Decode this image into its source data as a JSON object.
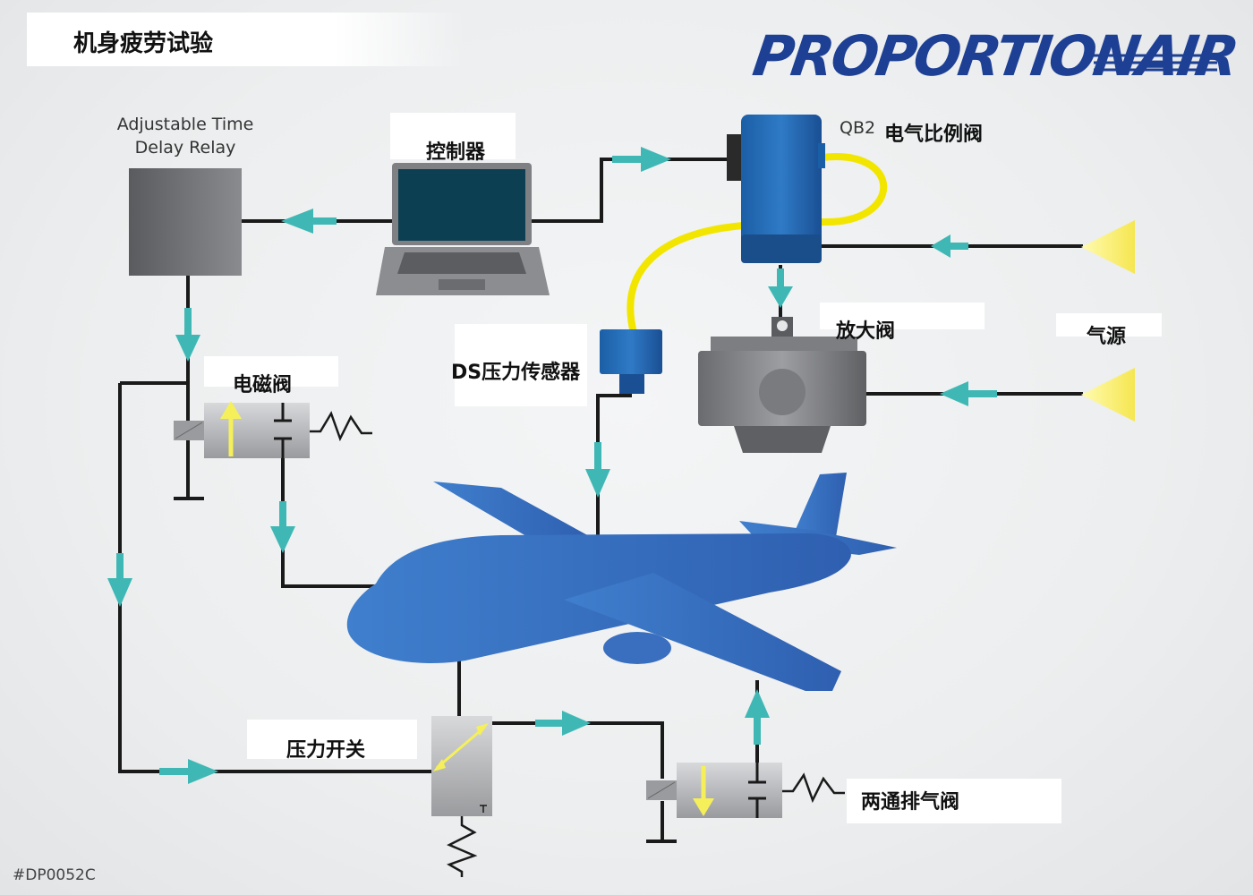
{
  "title": "机身疲劳试验",
  "logo": {
    "main": "PROPORTION",
    "suffix": "AIR"
  },
  "labels": {
    "relay": "Adjustable Time\nDelay Relay",
    "controller": "控制器",
    "qb2_prefix": "QB2",
    "qb2": "电气比例阀",
    "booster": "放大阀",
    "air_source": "气源",
    "sensor": "DS压力传感器",
    "solenoid": "电磁阀",
    "pressure_switch": "压力开关",
    "exhaust_valve": "两通排气阀"
  },
  "doc_code": "#DP0052C",
  "colors": {
    "arrow": "#3fb8b5",
    "tube": "#f2e600",
    "plane": "#3f78c4",
    "line": "#1a1a1a",
    "brand": "#1d3f94"
  }
}
